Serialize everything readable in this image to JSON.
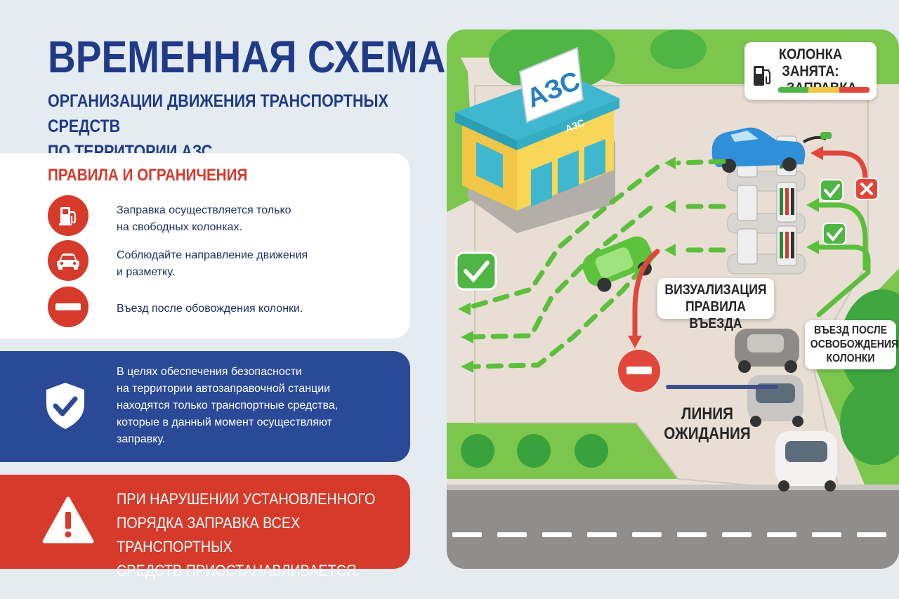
{
  "header": {
    "title": "ВРЕМЕННАЯ СХЕМА",
    "subtitle_line1": "ОРГАНИЗАЦИИ ДВИЖЕНИЯ ТРАНСПОРТНЫХ СРЕДСТВ",
    "subtitle_line2": "ПО ТЕРРИТОРИИ АЗС"
  },
  "rules": {
    "heading": "ПРАВИЛА И ОГРАНИЧЕНИЯ",
    "items": [
      {
        "icon": "fuel-pump-icon",
        "line1": "Заправка осуществляется только",
        "line2": "на свободных колонках."
      },
      {
        "icon": "car-icon",
        "line1": "Соблюдайте направление движения",
        "line2": "и разметку."
      },
      {
        "icon": "no-entry-icon",
        "line1": "Въезд после обовождения колонки.",
        "line2": ""
      }
    ]
  },
  "info": {
    "icon": "shield-check-icon",
    "lines": [
      "В целях обеспечения безопасности",
      "на территории автозаправочной станции",
      "находятся только транспортные средства,",
      "которые в данный момент осуществляют",
      "заправку."
    ]
  },
  "warning": {
    "icon": "warning-triangle-icon",
    "lines": [
      "ПРИ НАРУШЕНИИ УСТАНОВЛЕННОГО",
      "ПОРЯДКА ЗАПРАВКА ВСЕХ ТРАНСПОРТНЫХ",
      "СРЕДСТВ ПРИОСТАНАВЛИВАЕТСЯ."
    ]
  },
  "map": {
    "building_sign": "АЗС",
    "building_facade_sign": "АЗС",
    "status_callout_line1": "КОЛОНКА ЗАНЯТА:",
    "status_callout_line2": "ЗАПРАВКА",
    "rule_callout_line1": "ВИЗУАЛИЗАЦИЯ",
    "rule_callout_line2": "ПРАВИЛА ВЪЕЗДА",
    "entry_callout_line1": "ВЪЕЗД ПОСЛЕ",
    "entry_callout_line2": "ОСВОБОЖДЕНИЯ",
    "entry_callout_line3": "КОЛОНКИ",
    "waiting_line_line1": "ЛИНИЯ",
    "waiting_line_line2": "ОЖИДАНИЯ",
    "colors": {
      "accent_blue": "#1f3a86",
      "accent_red": "#d53a2b",
      "green": "#6cc04a",
      "road": "#8f8e8d"
    }
  }
}
